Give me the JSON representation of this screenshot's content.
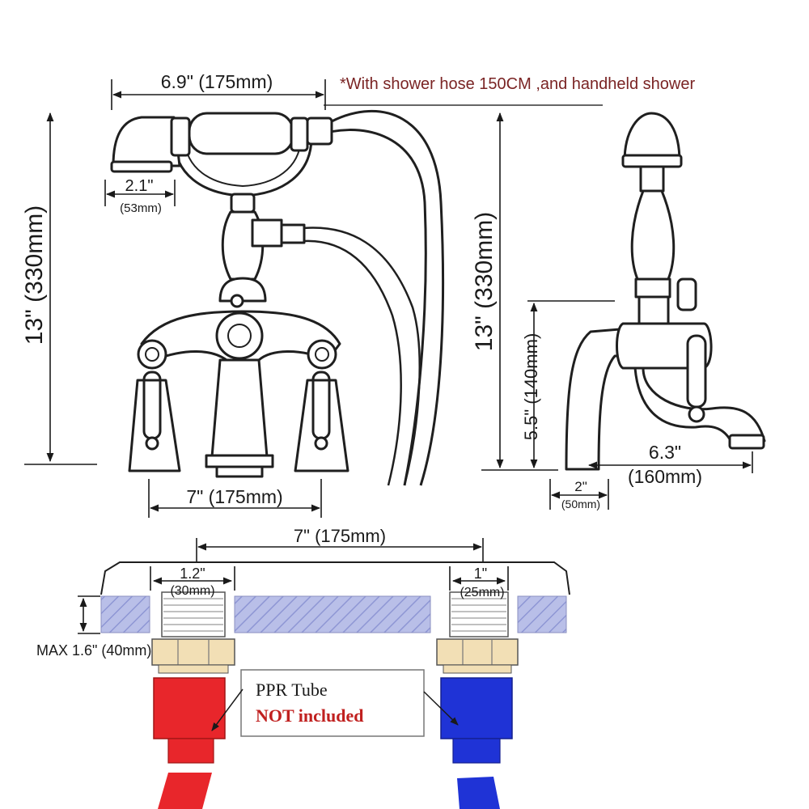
{
  "note": "*With shower hose 150CM ,and handheld shower",
  "front_view": {
    "width_top": "6.9\" (175mm)",
    "height": "13\" (330mm)",
    "handshower_inch": "2.1\"",
    "handshower_mm": "(53mm)",
    "spread": "7\" (175mm)"
  },
  "side_view": {
    "height": "13\" (330mm)",
    "body_height": "5.5\" (140mm)",
    "spout_inch": "6.3\"",
    "spout_mm": "(160mm)",
    "base_inch": "2\"",
    "base_mm": "(50mm)"
  },
  "install_view": {
    "centers": "7\" (175mm)",
    "left_pipe_inch": "1.2\"",
    "left_pipe_mm": "(30mm)",
    "right_pipe_inch": "1\"",
    "right_pipe_mm": "(25mm)",
    "max_deck": "MAX 1.6\" (40mm)",
    "tube_label": "PPR Tube",
    "tube_note": "NOT included"
  },
  "colors": {
    "hot": "#e8262b",
    "cold": "#1f33d6",
    "deck": "#b7bde9",
    "nut": "#f2dfb5",
    "note": "#7a2424",
    "not_included": "#c0201f"
  }
}
